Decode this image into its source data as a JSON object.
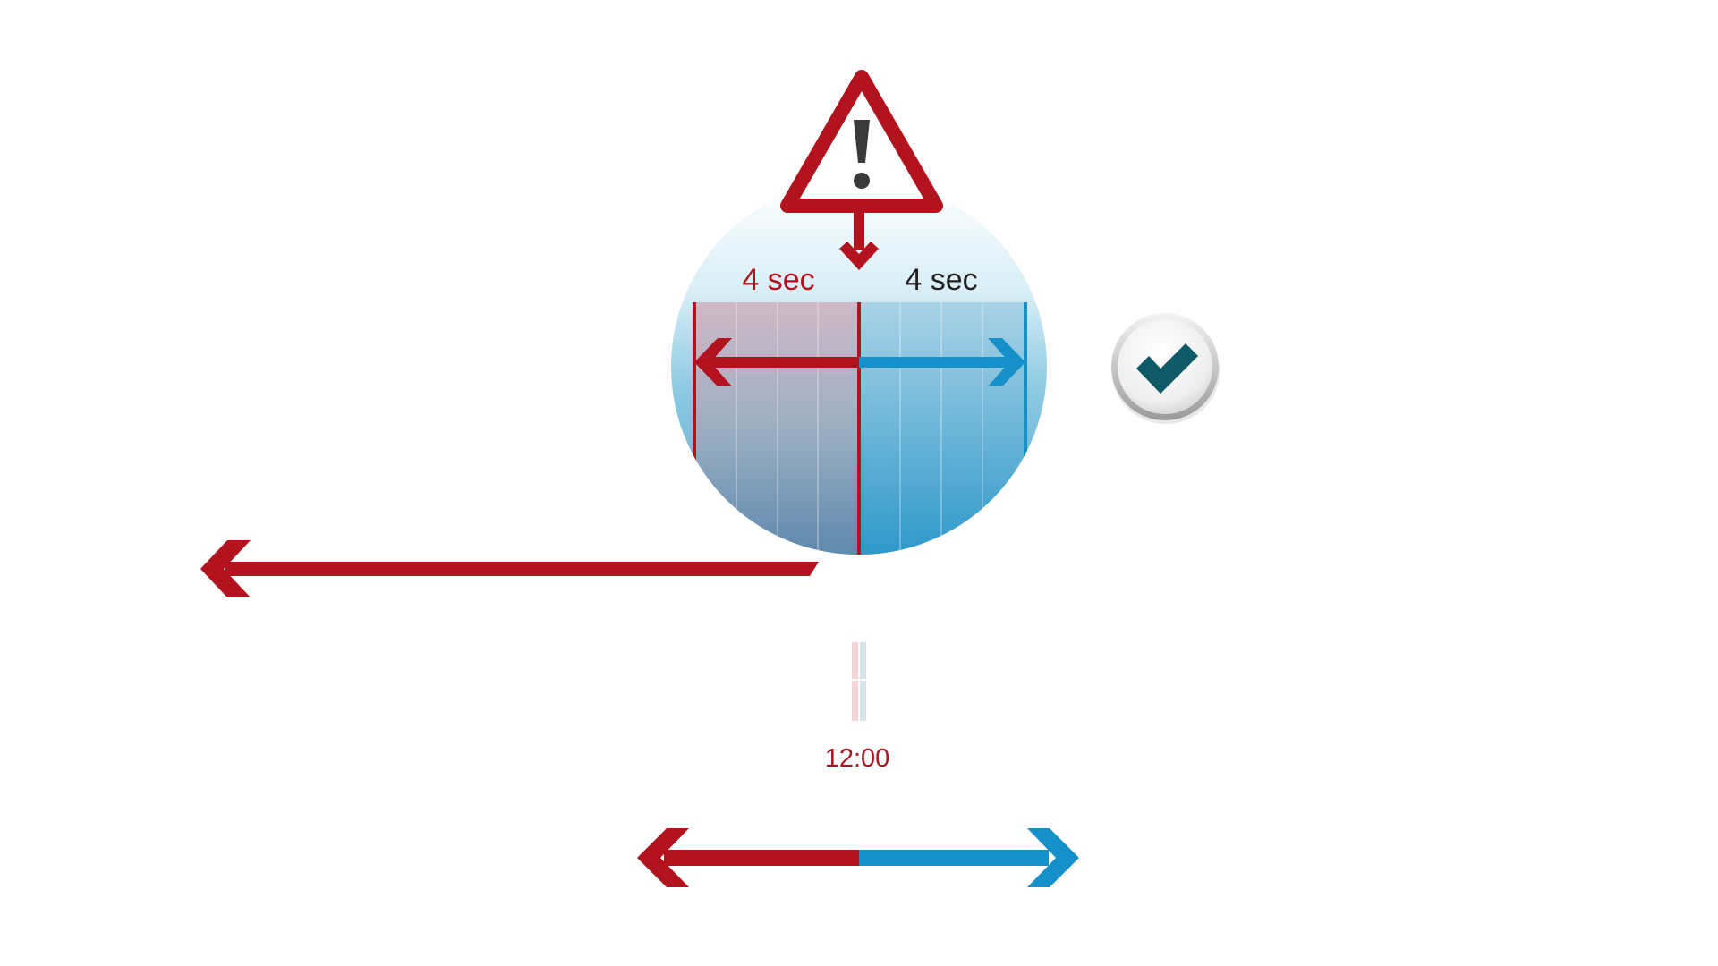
{
  "zoom": {
    "left_label": "4 sec",
    "right_label": "4 sec"
  },
  "timeline": {
    "time_label": "12:00"
  },
  "colors": {
    "red": "#b3121f",
    "blue": "#1690c8",
    "dark_teal": "#0f5a66",
    "warning_dark": "#3a3a3a"
  },
  "icons": {
    "warning": "warning-triangle-icon",
    "check": "checkmark-icon"
  }
}
